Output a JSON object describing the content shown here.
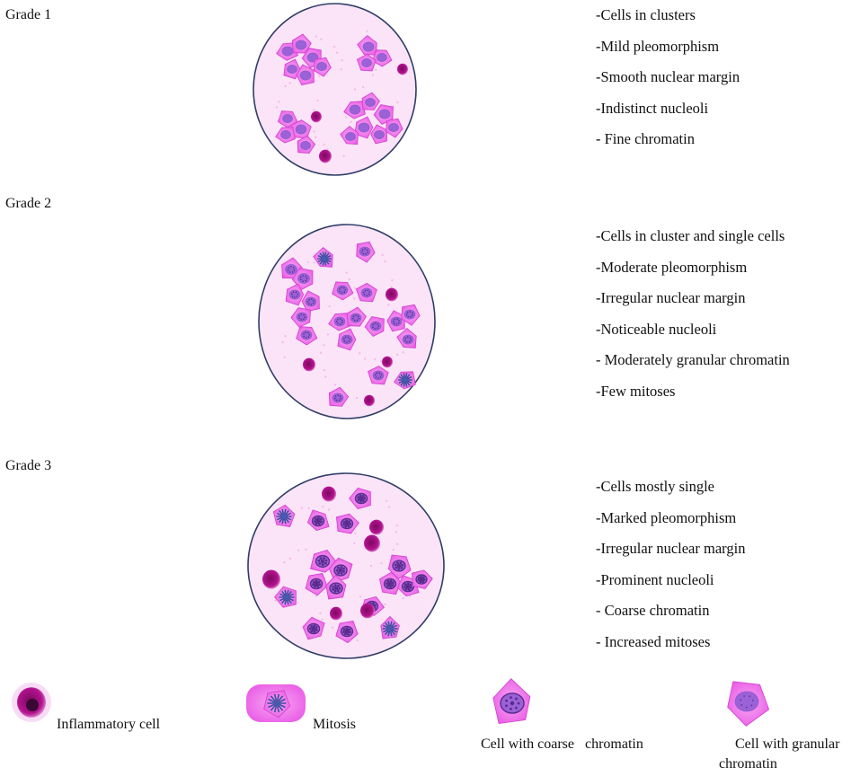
{
  "colors": {
    "cell_pink": "#ea5be6",
    "cell_light": "#f7a8f3",
    "nucleus": "#9a62d6",
    "nucleus_dark": "#5b2a8c",
    "inflammatory": "#b3128f",
    "field_bg": "#fbe4f8",
    "field_border": "#2f3d66"
  },
  "grades": [
    {
      "label": "Grade 1",
      "features": [
        "-Cells in clusters",
        "-Mild pleomorphism",
        "-Smooth nuclear margin",
        "-Indistinct nucleoli",
        "- Fine chromatin"
      ]
    },
    {
      "label": "Grade 2",
      "features": [
        "-Cells in cluster and single cells",
        "-Moderate pleomorphism",
        "-Irregular nuclear margin",
        "-Noticeable nucleoli",
        "- Moderately granular chromatin",
        "-Few mitoses"
      ]
    },
    {
      "label": "Grade 3",
      "features": [
        "-Cells mostly single",
        "-Marked pleomorphism",
        "-Irregular nuclear margin",
        "-Prominent nucleoli",
        "- Coarse chromatin",
        "- Increased mitoses"
      ]
    }
  ],
  "legend": {
    "inflammatory": {
      "icon": "inflammatory-cell-icon",
      "label": "Inflammatory cell"
    },
    "mitosis": {
      "icon": "mitosis-icon",
      "label": "Mitosis"
    },
    "coarse": {
      "icon": "coarse-chromatin-cell-icon",
      "label": "Cell with coarse   chromatin"
    },
    "granular": {
      "icon": "granular-chromatin-cell-icon",
      "label_line1": "Cell with granular",
      "label_line2": "chromatin"
    }
  }
}
